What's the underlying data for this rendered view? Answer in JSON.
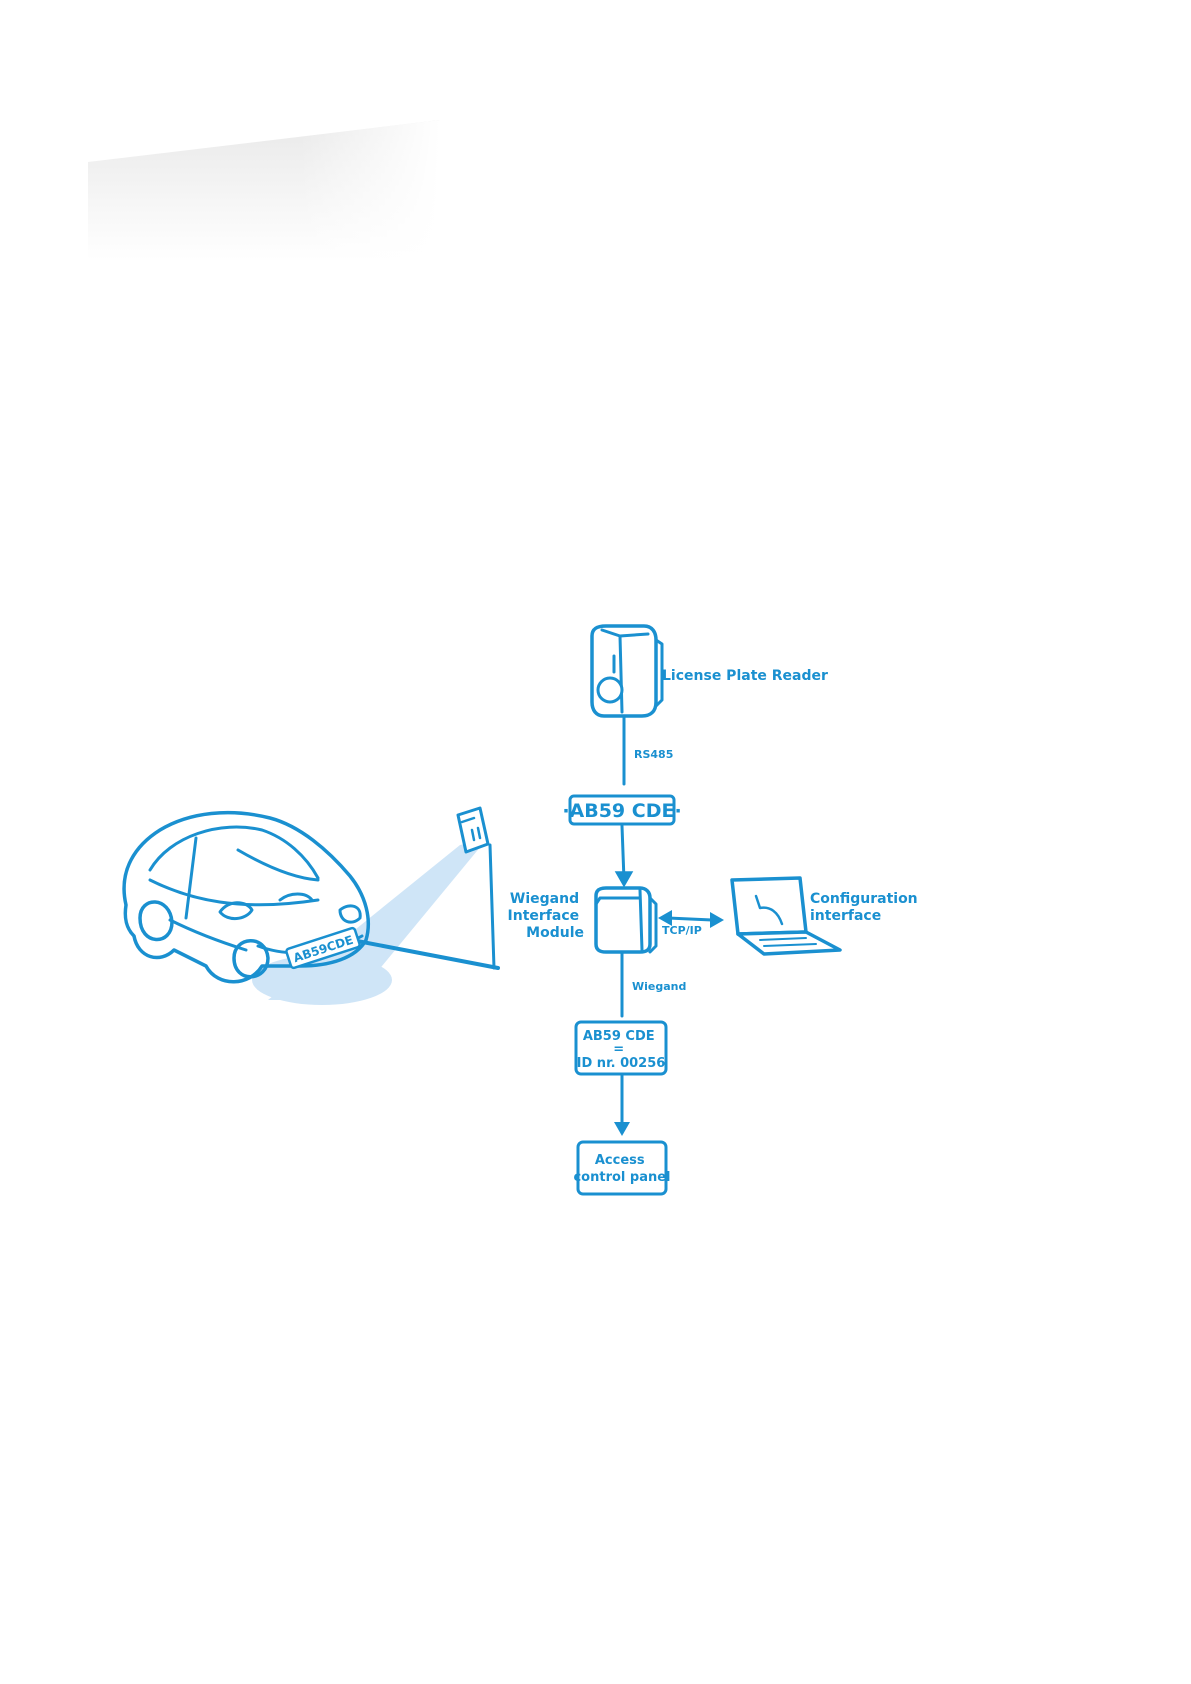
{
  "diagram": {
    "nodes": {
      "reader": "License Plate Reader",
      "plate": "·AB59 CDE·",
      "module_line1": "Wiegand",
      "module_line2": "Interface",
      "module_line3": "Module",
      "config_line1": "Configuration",
      "config_line2": "interface",
      "id_line1": "AB59 CDE",
      "id_line2": "=",
      "id_line3": "ID nr. 00256",
      "panel_line1": "Access",
      "panel_line2": "control panel",
      "car_plate": "AB59CDE"
    },
    "edges": {
      "reader_to_plate": "RS485",
      "module_to_config": "TCP/IP",
      "module_to_id": "Wiegand"
    },
    "colors": {
      "ink": "#1a90d0",
      "beam": "#cfe5f7"
    }
  }
}
